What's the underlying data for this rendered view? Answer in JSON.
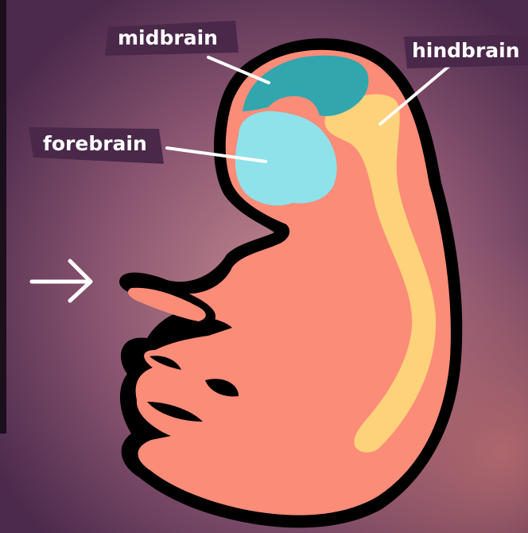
{
  "labels": {
    "midbrain": "midbrain",
    "forebrain": "forebrain",
    "hindbrain": "hindbrain"
  },
  "colors": {
    "background": "#5a3358",
    "background_glow": "#b07a86",
    "embryo_body": "#fb8c78",
    "outline": "#000000",
    "forebrain": "#8fe1ea",
    "midbrain": "#32a6ad",
    "hindbrain_spinal_cord": "#fdd27a",
    "label_tag": "#4a2849",
    "label_text": "#ffffff",
    "arrow": "#ffffff"
  },
  "icons": {
    "pointer": "right-arrow-icon"
  }
}
